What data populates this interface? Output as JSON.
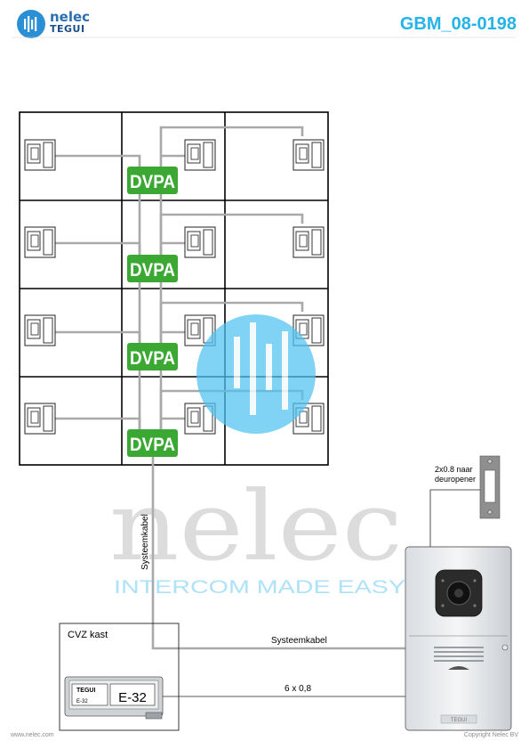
{
  "header": {
    "brand_name": "nelec",
    "brand_sub": "TEGUI",
    "document_code": "GBM_08-0198"
  },
  "diagram": {
    "module_label": "DVPA",
    "cable_system": "Systeemkabel",
    "cable_6x08": "6 x 0,8",
    "cabinet_label": "CVZ kast",
    "psu_brand": "TEGUI",
    "psu_model_small": "E-32",
    "psu_model_large": "E-32",
    "door_opener_line1": "2x0.8 naar",
    "door_opener_line2": "deuropener",
    "panel_brand": "TEGUI",
    "watermark_word": "nelec",
    "watermark_tagline": "INTERCOM MADE EASY"
  },
  "footer": {
    "website": "www.nelec.com",
    "copyright": "Copyright Nelec BV"
  },
  "colors": {
    "accent_blue": "#25b3e8",
    "dvpa_green": "#3aa832",
    "cable_grey": "#a9a9a9"
  }
}
